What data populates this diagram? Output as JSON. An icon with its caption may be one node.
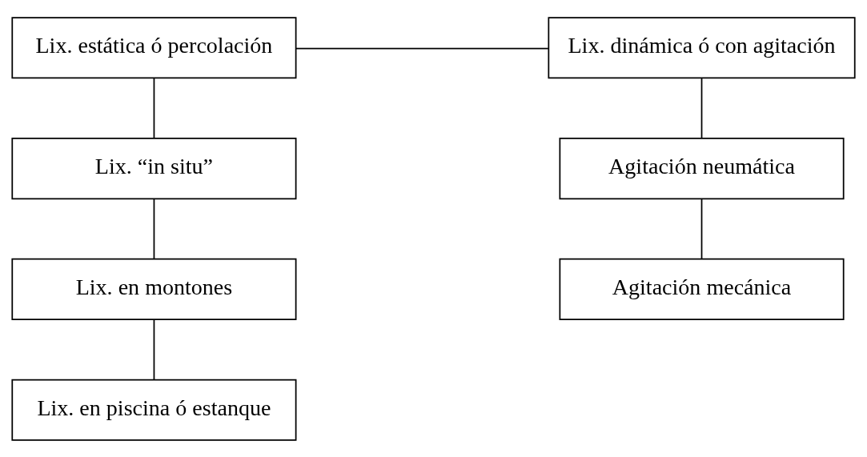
{
  "diagram": {
    "nodes": [
      {
        "text": [
          "Lix. estática ó percolación"
        ]
      },
      {
        "text": [
          "Lix. dinámica ó con agitación"
        ]
      },
      {
        "text": [
          "Lix. “in situ”"
        ]
      },
      {
        "text": [
          "Lix. en montones"
        ]
      },
      {
        "text": [
          "Lix. en piscina ó estanque"
        ]
      },
      {
        "text": [
          "Agitación neumática"
        ]
      },
      {
        "text": [
          "Agitación mecánica"
        ]
      }
    ],
    "edges": [
      {
        "from": 0,
        "to": 1,
        "arrow": "none"
      },
      {
        "from": 0,
        "to": 2,
        "arrow": "none"
      },
      {
        "from": 2,
        "to": 3,
        "arrow": "none"
      },
      {
        "from": 3,
        "to": 4,
        "arrow": "none"
      },
      {
        "from": 1,
        "to": 5,
        "arrow": "none"
      },
      {
        "from": 5,
        "to": 6,
        "arrow": "none"
      }
    ]
  }
}
